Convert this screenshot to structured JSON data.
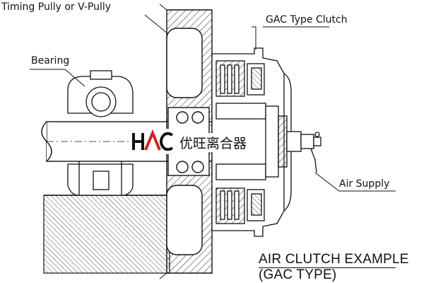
{
  "labels": {
    "timing_pulley": "Timing Pully or V-Pully",
    "gac_clutch": "GAC Type Clutch",
    "bearing": "Bearing",
    "air_supply": "Air Supply"
  },
  "title": {
    "line1": "AIR CLUTCH EXAMPLE",
    "line2": "(GAC TYPE)"
  },
  "watermark": {
    "logo": "HAC",
    "text_cn": "优旺离合器",
    "accent_color": "#d42323"
  }
}
